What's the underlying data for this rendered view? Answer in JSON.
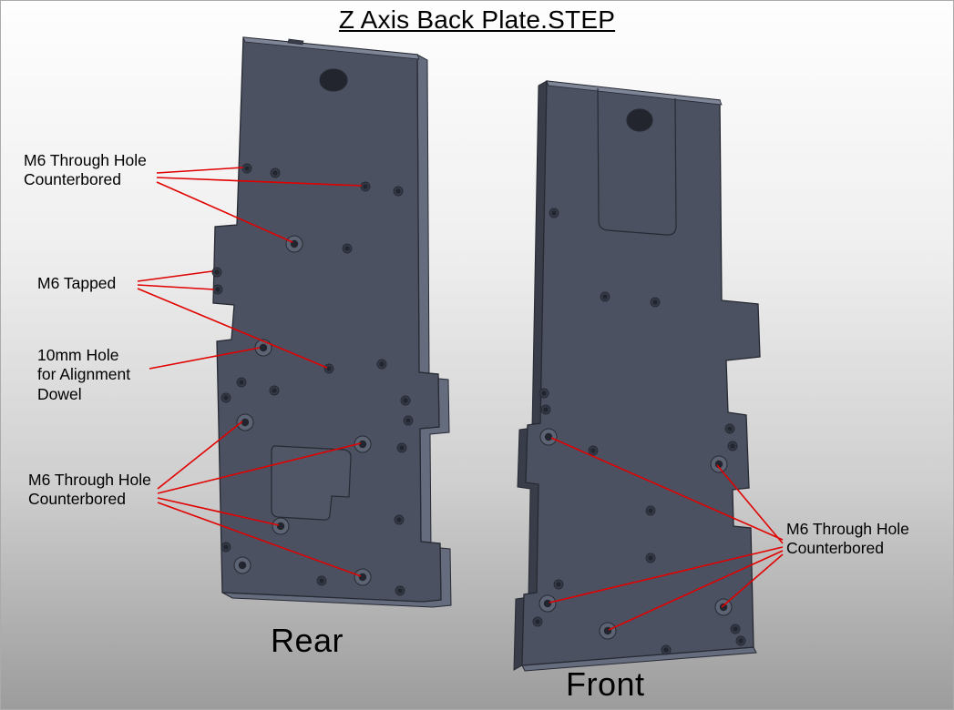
{
  "title": "Z Axis Back Plate.STEP",
  "views": {
    "rear_label": "Rear",
    "front_label": "Front"
  },
  "annotations": {
    "cb_top_left": "M6 Through Hole\nCounterbored",
    "m6_tapped": "M6 Tapped",
    "dowel": "10mm Hole\nfor Alignment\nDowel",
    "cb_bottom_left": "M6 Through Hole\nCounterbored",
    "cb_front_right": "M6 Through Hole\nCounterbored"
  },
  "colors": {
    "leader": "#e10000",
    "plate-face": "#4b5161",
    "plate-side": "#656c7d",
    "plate-dark": "#383d49",
    "plate-top": "#7e8597",
    "pocket-fill": "#505666",
    "cb-ring": "#5c6373",
    "hole-mid": "#353a48",
    "hole-dark": "#22252d",
    "outline": "#272a33"
  }
}
